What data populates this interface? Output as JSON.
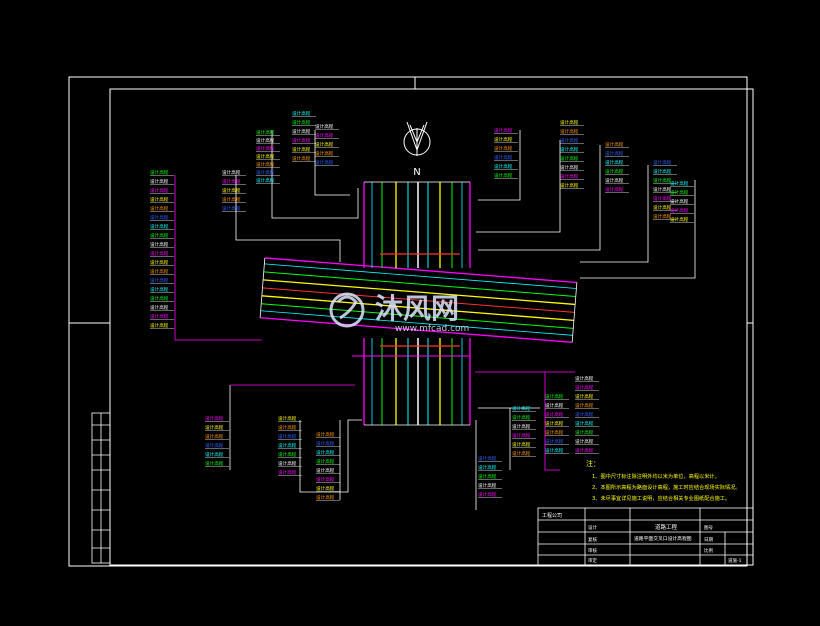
{
  "colors": {
    "background": "#000000",
    "frame": "#ffffff",
    "cyan": "#00ffff",
    "green": "#00ff00",
    "magenta": "#ff00ff",
    "yellow": "#ffff00",
    "red": "#ff3030",
    "orange": "#ff9900",
    "blue": "#3060ff",
    "watermark": "#dfe6ff"
  },
  "north": {
    "letter": "N"
  },
  "watermark": {
    "brand": "沐风网",
    "site": "www.mfcad.com"
  },
  "notes": {
    "title": "注：",
    "items": [
      "1、图中尺寸标注除注明外均以米为单位，高程以米计。",
      "2、本图所示高程为路面设计高程，施工时应结合现场实际情况。",
      "3、未尽事宜详见施工说明，应结合相关专业图纸配合施工。"
    ]
  },
  "titleblock": {
    "company": "工程公司",
    "project": "道路工程",
    "drawing": "道路平面交叉口设计高程图",
    "cells": [
      "设计",
      "复核",
      "审核",
      "审定",
      "图号",
      "日期",
      "比例",
      "道施-1"
    ]
  },
  "labels": {
    "top_left_a": [
      "设计高程",
      "设计高程",
      "设计高程",
      "设计高程",
      "设计高程",
      "设计高程"
    ],
    "top_left_b": [
      "设计高程",
      "设计高程",
      "设计高程",
      "设计高程",
      "设计高程",
      "设计高程",
      "设计高程"
    ],
    "top_left_c": [
      "设计高程",
      "设计高程",
      "设计高程",
      "设计高程",
      "设计高程"
    ],
    "top_right_a": [
      "设计高程",
      "设计高程",
      "设计高程",
      "设计高程",
      "设计高程",
      "设计高程"
    ],
    "top_right_b": [
      "设计高程",
      "设计高程",
      "设计高程",
      "设计高程",
      "设计高程",
      "设计高程",
      "设计高程",
      "设计高程"
    ],
    "right_a": [
      "设计高程",
      "设计高程",
      "设计高程",
      "设计高程",
      "设计高程",
      "设计高程"
    ],
    "right_b": [
      "设计高程",
      "设计高程",
      "设计高程",
      "设计高程",
      "设计高程",
      "设计高程",
      "设计高程"
    ],
    "right_c": [
      "设计高程",
      "设计高程",
      "设计高程",
      "设计高程",
      "设计高程"
    ],
    "left_a": [
      "设计高程",
      "设计高程",
      "设计高程",
      "设计高程",
      "设计高程",
      "设计高程",
      "设计高程",
      "设计高程",
      "设计高程",
      "设计高程",
      "设计高程",
      "设计高程",
      "设计高程",
      "设计高程",
      "设计高程",
      "设计高程",
      "设计高程",
      "设计高程"
    ],
    "left_b": [
      "设计高程",
      "设计高程",
      "设计高程",
      "设计高程",
      "设计高程"
    ],
    "bottom_a": [
      "设计高程",
      "设计高程",
      "设计高程",
      "设计高程",
      "设计高程",
      "设计高程"
    ],
    "bottom_b": [
      "设计高程",
      "设计高程",
      "设计高程",
      "设计高程",
      "设计高程",
      "设计高程",
      "设计高程"
    ],
    "bottom_c": [
      "设计高程",
      "设计高程",
      "设计高程",
      "设计高程",
      "设计高程",
      "设计高程",
      "设计高程",
      "设计高程"
    ],
    "bottom_d": [
      "设计高程",
      "设计高程",
      "设计高程",
      "设计高程",
      "设计高程"
    ],
    "bottom_e": [
      "设计高程",
      "设计高程",
      "设计高程",
      "设计高程",
      "设计高程",
      "设计高程"
    ],
    "bottom_right_a": [
      "设计高程",
      "设计高程",
      "设计高程",
      "设计高程",
      "设计高程",
      "设计高程",
      "设计高程"
    ],
    "bottom_right_b": [
      "设计高程",
      "设计高程",
      "设计高程",
      "设计高程",
      "设计高程",
      "设计高程",
      "设计高程",
      "设计高程",
      "设计高程"
    ]
  }
}
